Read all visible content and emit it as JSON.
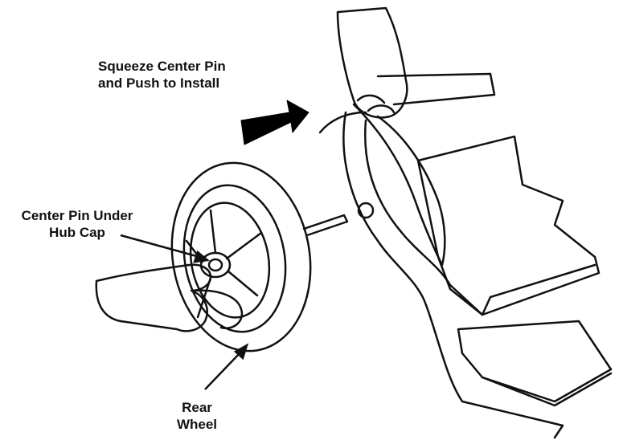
{
  "labels": {
    "squeeze": {
      "line1": "Squeeze Center Pin",
      "line2": "and Push to Install"
    },
    "center_pin": {
      "line1": "Center Pin Under",
      "line2": "Hub Cap"
    },
    "rear_wheel": {
      "line1": "Rear",
      "line2": "Wheel"
    }
  },
  "colors": {
    "ink": "#111111",
    "background": "#ffffff",
    "arrow_fill": "#000000"
  }
}
